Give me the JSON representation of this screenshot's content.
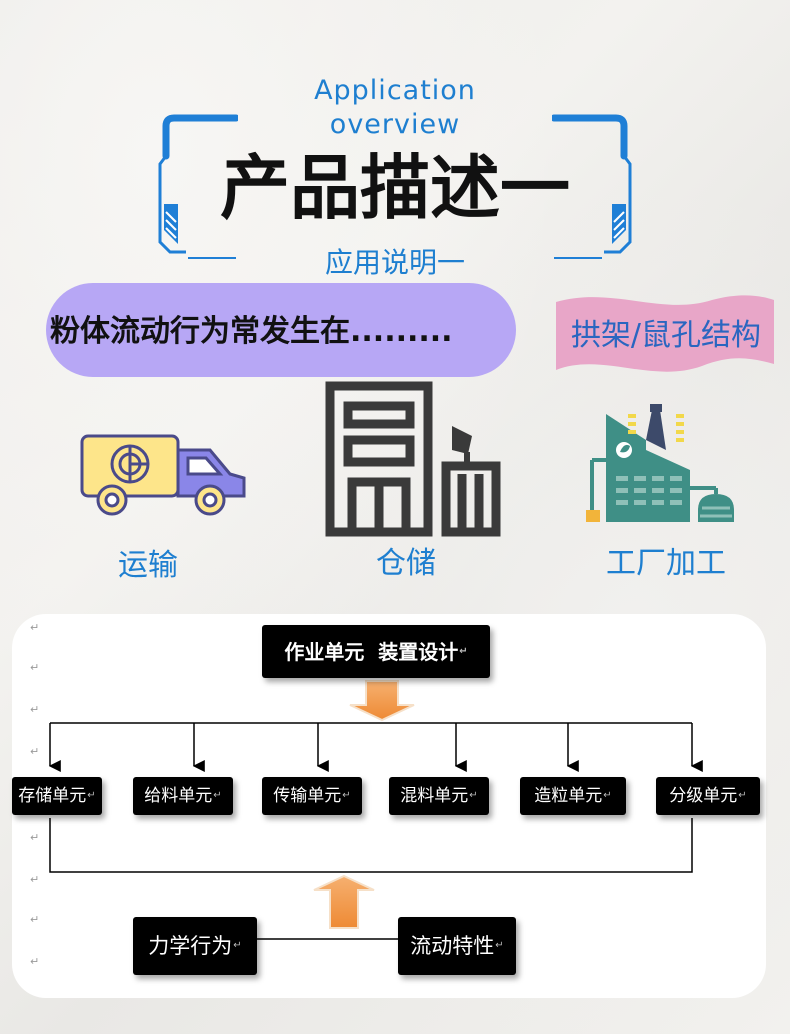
{
  "header": {
    "en_line1": "Application",
    "en_line2": "overview",
    "title": "产品描述一",
    "subtitle": "应用说明一"
  },
  "pill_text": "粉体流动行为常发生在.........",
  "banner_text": "拱架/鼠孔结构",
  "icons": {
    "transport": {
      "icon": "truck-icon",
      "label": "运输"
    },
    "storage": {
      "icon": "warehouse-building-icon",
      "label": "仓储"
    },
    "factory": {
      "icon": "factory-icon",
      "label": "工厂加工"
    }
  },
  "flow": {
    "top_box": "作业单元  装置设计",
    "units": [
      "存储单元",
      "给料单元",
      "传输单元",
      "混料单元",
      "造粒单元",
      "分级单元"
    ],
    "bottom_left": "力学行为",
    "bottom_right": "流动特性",
    "return_mark": "↵"
  },
  "colors": {
    "accent_blue": "#1e7fd0",
    "pill_purple": "#b7a7f5",
    "banner_pink": "#e8a6c8",
    "arrow_orange": "#f39a4a",
    "truck_yellow": "#fde58a",
    "truck_purple": "#8a86e8",
    "factory_green": "#3f8f86"
  }
}
